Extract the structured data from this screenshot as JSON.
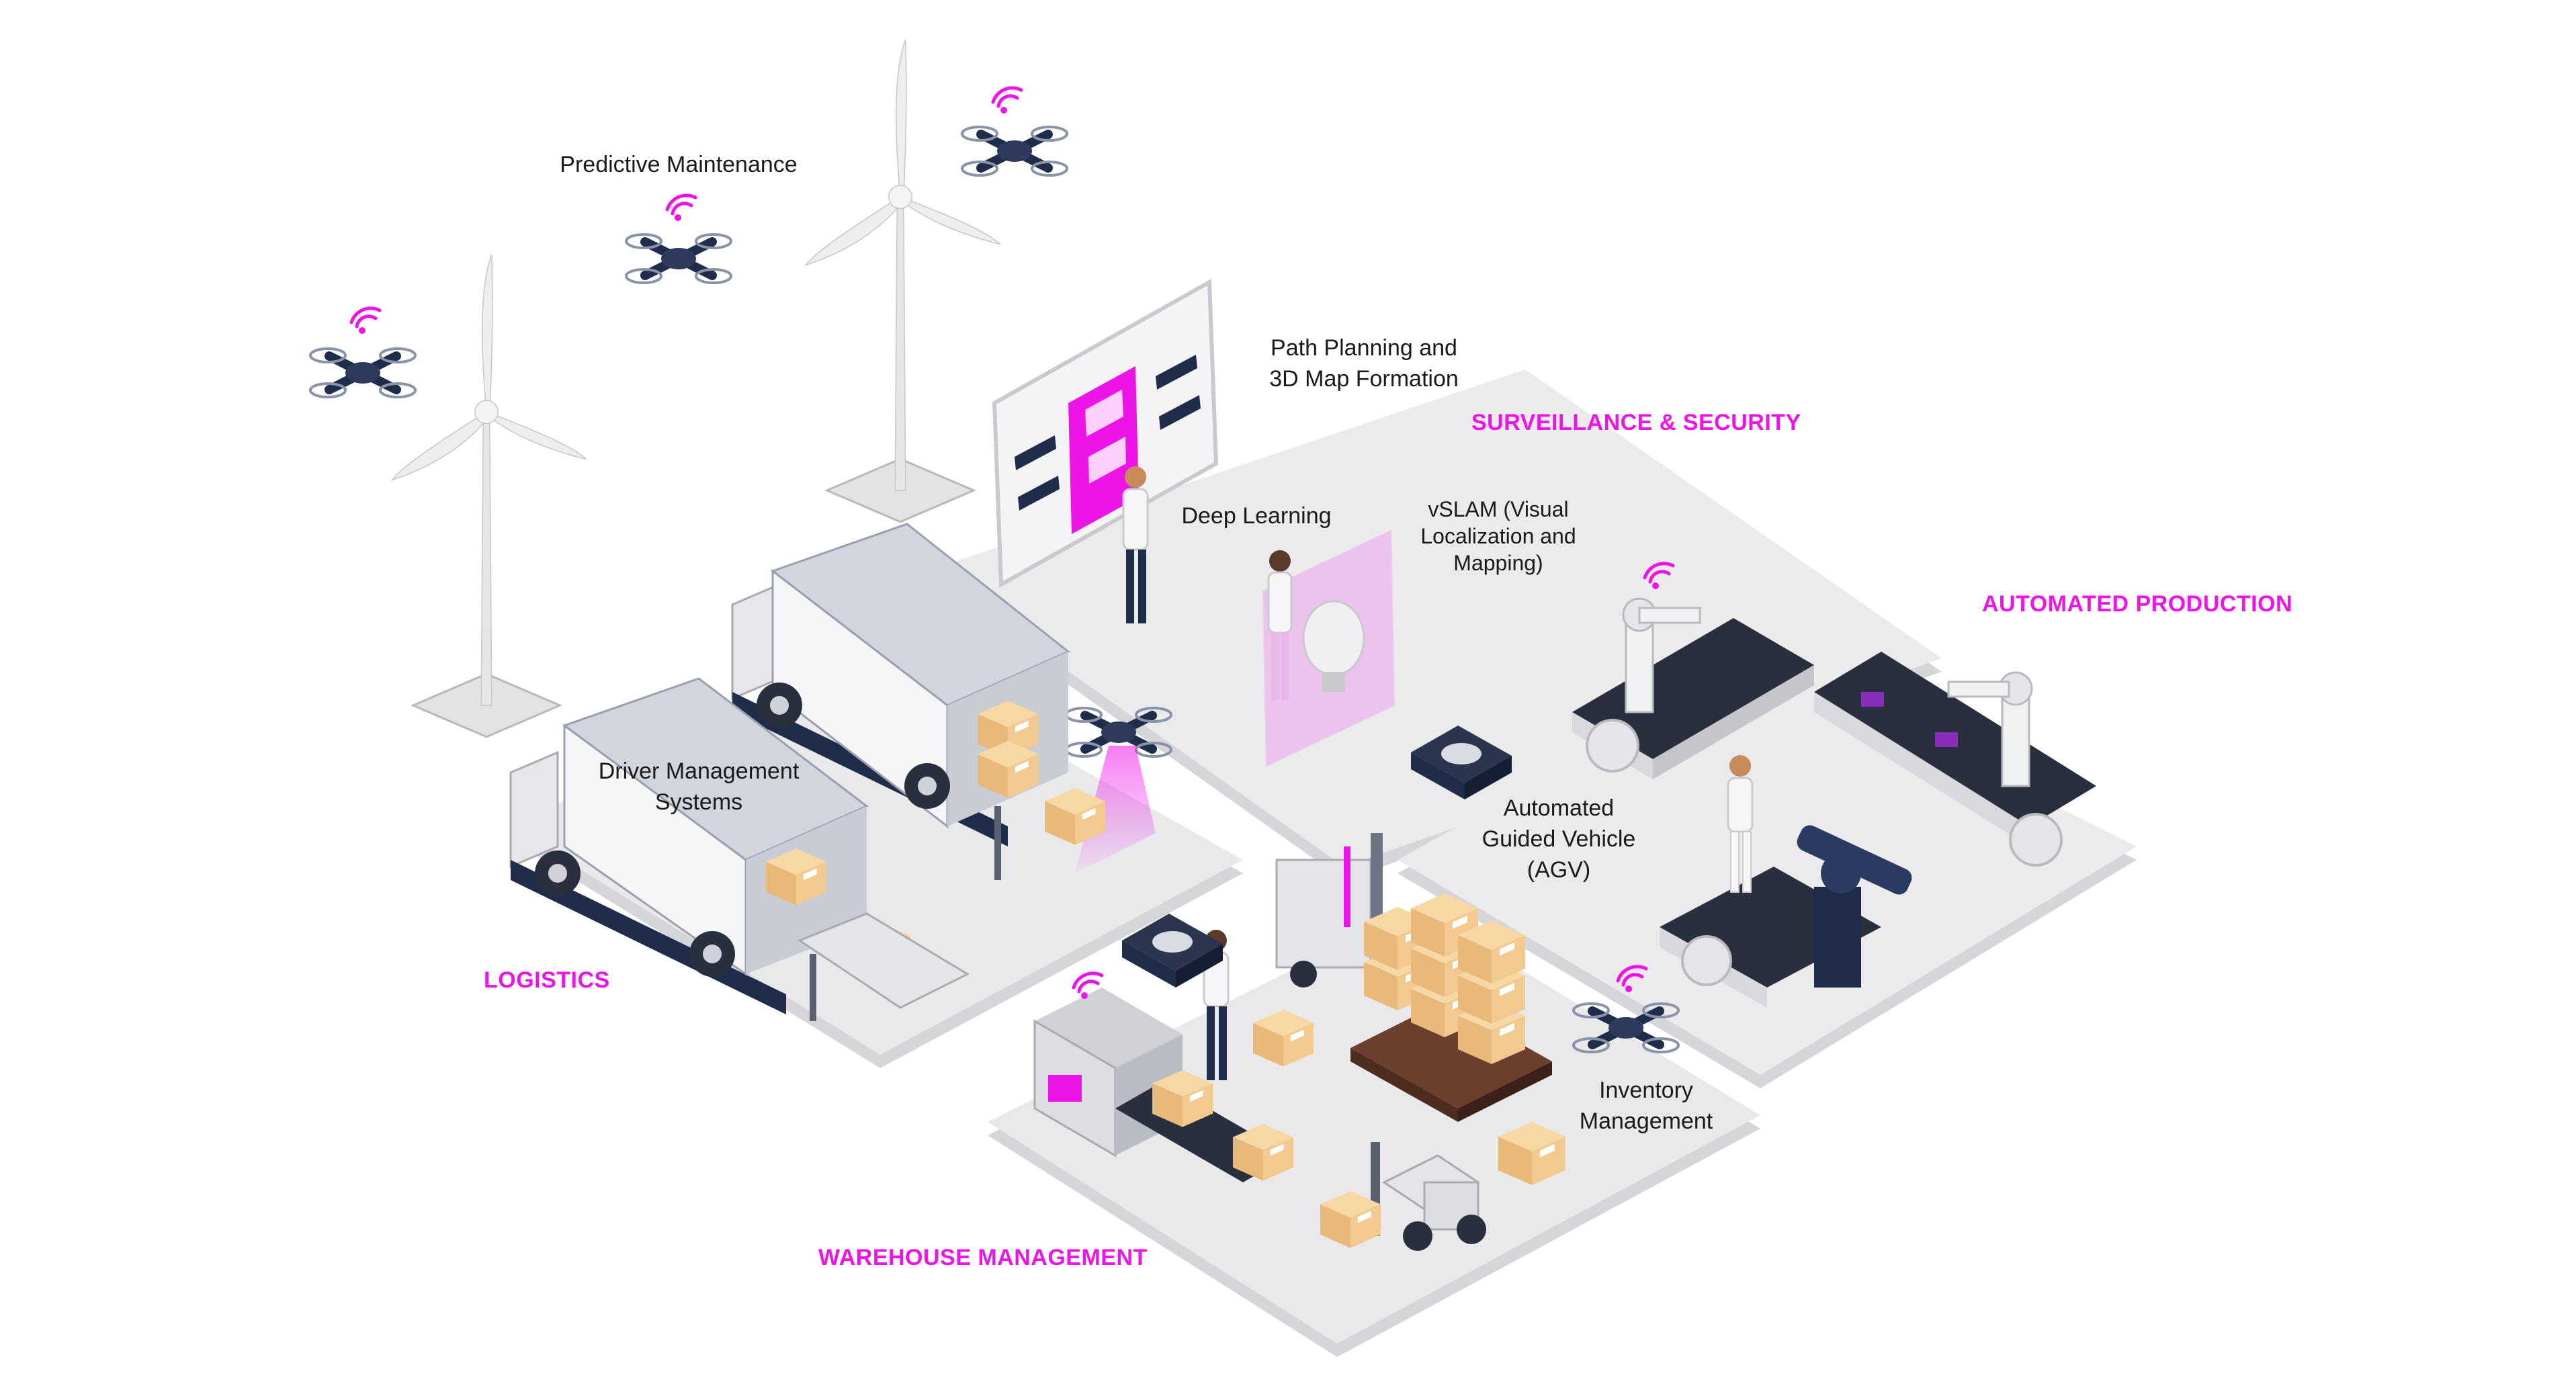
{
  "sections": {
    "logistics": "LOGISTICS",
    "warehouse": "WAREHOUSE MANAGEMENT",
    "surveillance": "SURVEILLANCE & SECURITY",
    "production": "AUTOMATED PRODUCTION"
  },
  "labels": {
    "predictive_maintenance": "Predictive Maintenance",
    "path_planning": "Path Planning and\n3D Map Formation",
    "deep_learning": "Deep Learning",
    "vslam": "vSLAM (Visual\nLocalization and\nMapping)",
    "driver_management": "Driver Management\nSystems",
    "agv": "Automated\nGuided Vehicle\n(AGV)",
    "inventory": "Inventory\nManagement"
  },
  "colors": {
    "accent": "#ee14e8",
    "floor": "#e6e6e9",
    "floor_edge": "#cfcfd3",
    "navy": "#1f2c4a",
    "box": "#f2c98e"
  },
  "icons": [
    "wind-turbine-icon",
    "drone-icon",
    "wifi-icon",
    "truck-icon",
    "cardboard-box-icon",
    "conveyor-belt-icon",
    "robot-arm-icon",
    "forklift-icon",
    "agv-robot-icon",
    "xray-scanner-icon",
    "pallet-icon",
    "person-icon",
    "hologram-screen-icon"
  ]
}
